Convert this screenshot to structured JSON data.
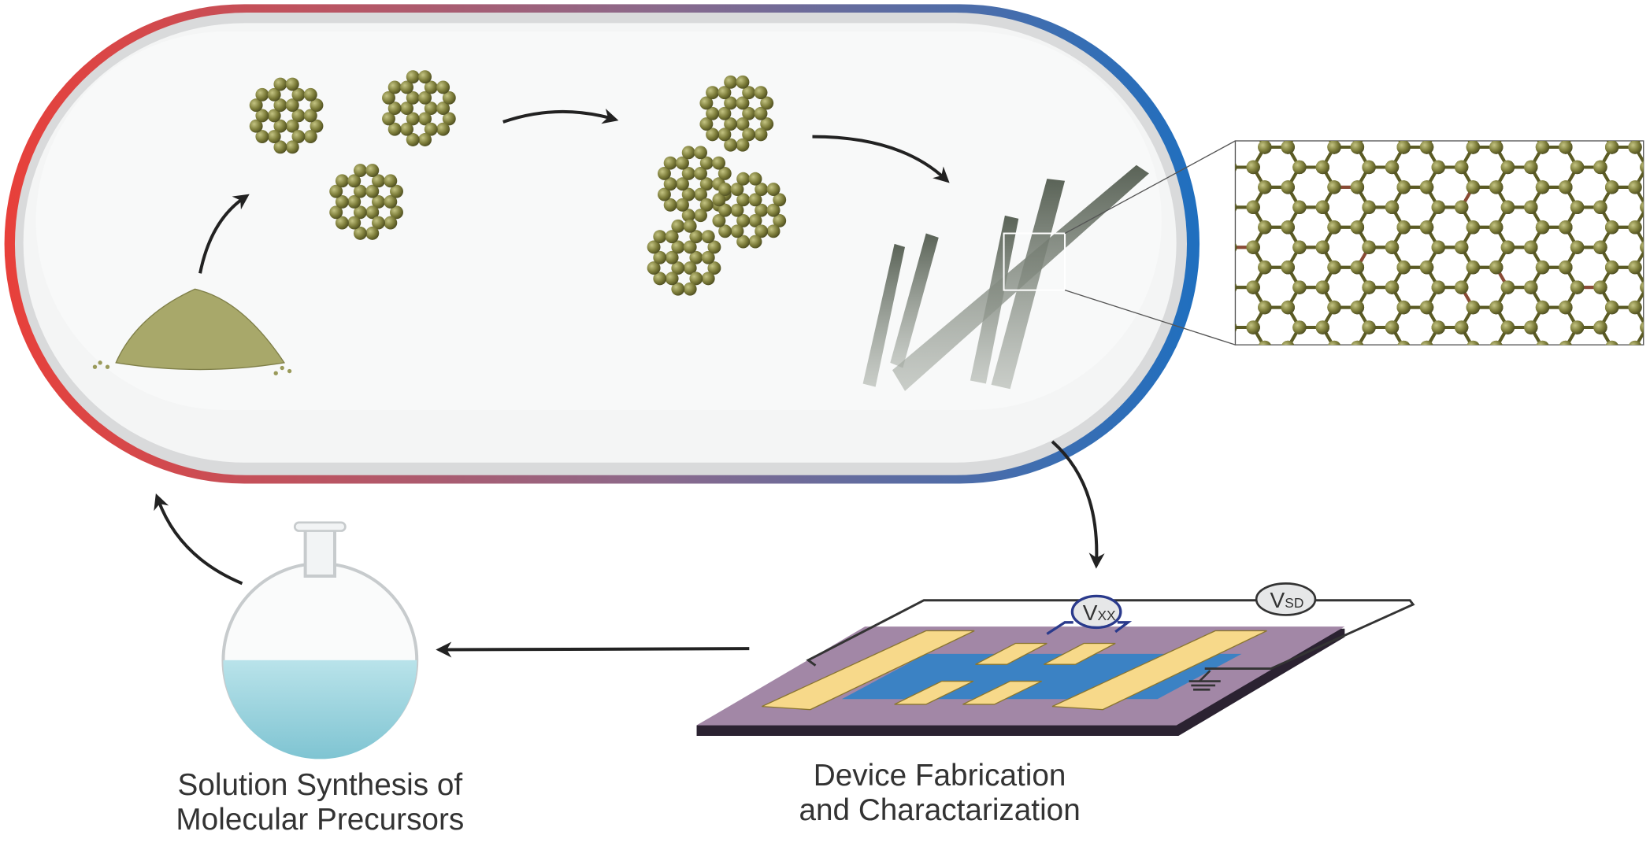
{
  "labels": {
    "synthesis_line1": "Solution Synthesis of",
    "synthesis_line2": "Molecular Precursors",
    "device_line1": "Device Fabrication",
    "device_line2": "and Charactarization"
  },
  "meters": {
    "vxx_main": "V",
    "vxx_sub": "XX",
    "vsd_main": "V",
    "vsd_sub": "SD"
  },
  "colors": {
    "capsule_hot": "#e8403a",
    "capsule_cold": "#1f6fbf",
    "molecule": "#7d7d3a",
    "substrate": "#a287a6",
    "channel": "#3b82c4",
    "electrode": "#f7d98a",
    "liquid": "#9fd6df",
    "linker_bond": "#8a4a35"
  }
}
